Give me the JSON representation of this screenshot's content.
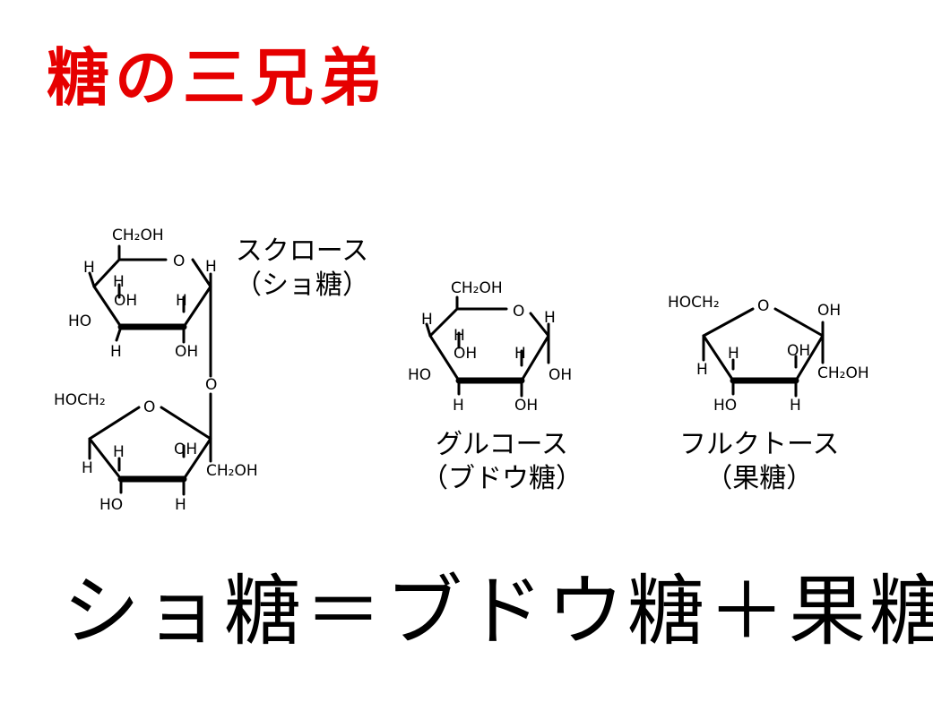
{
  "title": {
    "text": "糖の三兄弟",
    "color": "#e60000"
  },
  "sucrose": {
    "name": "スクロース",
    "alias": "（ショ糖）"
  },
  "glucose": {
    "name": "グルコース",
    "alias": "（ブドウ糖）"
  },
  "fructose": {
    "name": "フルクトース",
    "alias": "（果糖）"
  },
  "atoms": {
    "ch2oh": "CH₂OH",
    "hoch2": "HOCH₂",
    "o": "O",
    "h": "H",
    "oh": "OH",
    "ho": "HO"
  },
  "equation": "ショ糖＝ブドウ糖＋果糖"
}
